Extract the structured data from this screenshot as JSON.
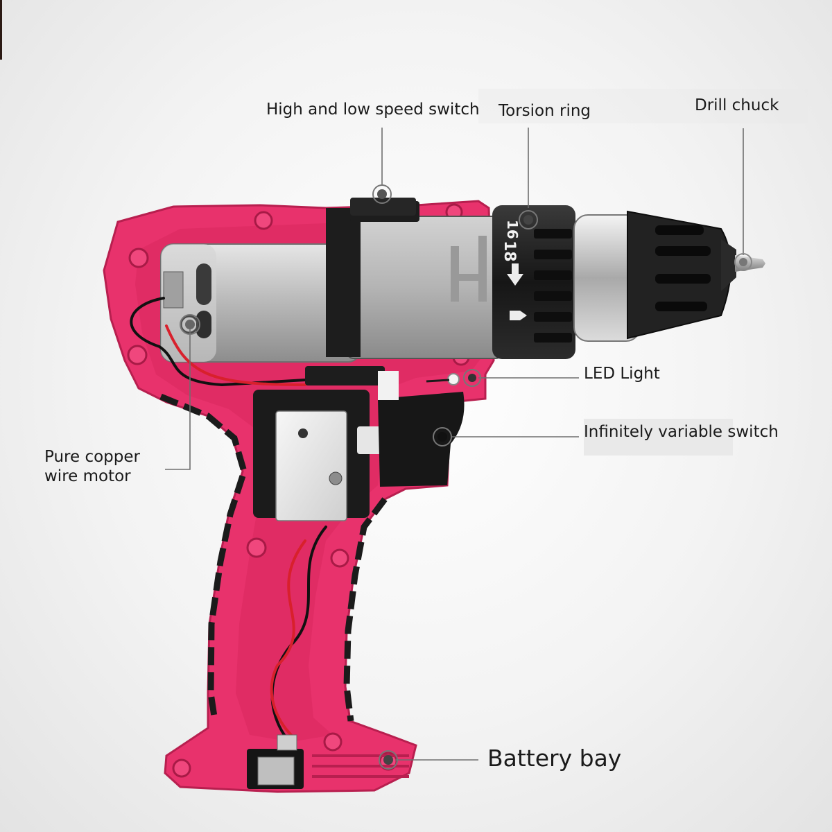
{
  "labels": {
    "speed_switch": "High and low speed switch",
    "torsion_ring": "Torsion ring",
    "drill_chuck": "Drill chuck",
    "led_light": "LED Light",
    "variable_switch": "Infinitely variable switch",
    "motor_line1": "Pure copper",
    "motor_line2": "wire motor",
    "battery_bay": "Battery bay"
  },
  "torque_ring_numbers": [
    "16",
    "18"
  ],
  "colors": {
    "housing": "#e8326c",
    "housing_dark": "#b81f4f",
    "motor_silver": "#c7c7c7",
    "gearbox": "#bdbdbd",
    "chuck_black": "#1e1e1e",
    "leader_line": "#6e6e6e"
  }
}
